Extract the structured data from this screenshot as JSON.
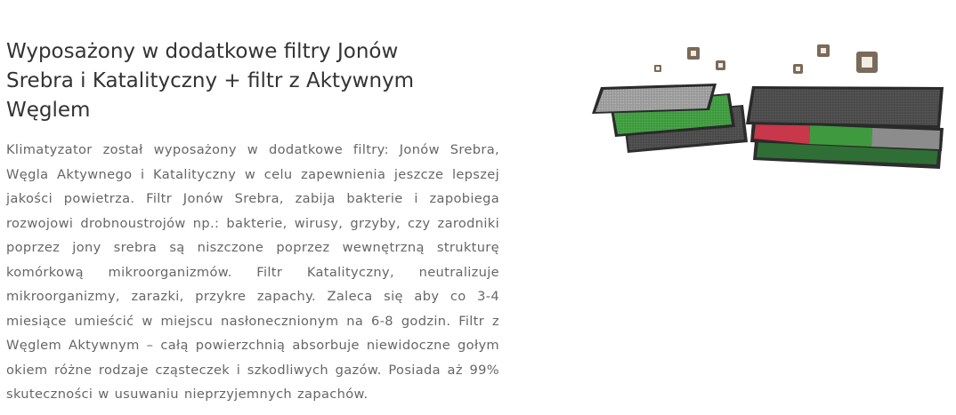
{
  "section": {
    "heading": "Wyposażony w dodatkowe filtry Jonów Srebra i Katalityczny + filtr z Aktywnym Węglem",
    "description": "Klimatyzator został wyposażony w dodatkowe filtry: Jonów Srebra, Węgla Aktywnego i Katalityczny w celu zapewnienia jeszcze lepszej jakości powietrza. Filtr Jonów Srebra, zabija bakterie i zapobiega rozwojowi drobnoustrojów np.: bakterie, wirusy, grzyby, czy zarodniki poprzez jony srebra są niszczone poprzez wewnętrzną strukturę komórkową mikroorganizmów. Filtr Katalityczny, neutralizuje mikroorganizmy, zarazki, przykre zapachy. Zaleca się aby co 3-4 miesiące umieścić w miejscu nasłonecznionym na 6-8 godzin. Filtr z Węglem Aktywnym – całą powierzchnią absorbuje niewidoczne gołym okiem różne rodzaje cząsteczek i szkodliwych gazów. Posiada aż 99% skuteczności w usuwaniu nieprzyjemnych zapachów."
  },
  "illustration": {
    "icon": "air-filter-layers-illustration",
    "colors": {
      "silver_layer": "#9a9a9a",
      "green_layer": "#3f9a3f",
      "dark_frame": "#3a3a3a",
      "red_layer": "#c8384a",
      "particle": "#7a6a5a"
    }
  }
}
